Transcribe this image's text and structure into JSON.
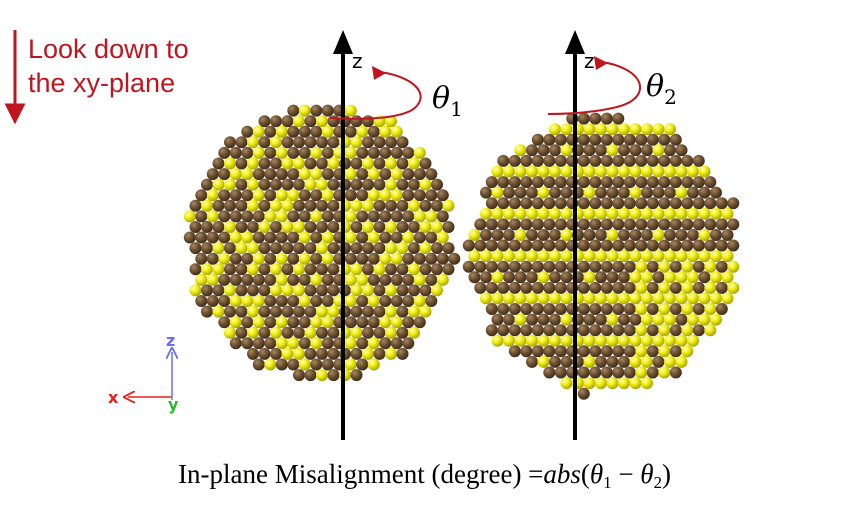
{
  "hint": {
    "line1": "Look down to",
    "line2": "the xy-plane"
  },
  "rotation_axes": [
    {
      "axis_label": "z",
      "angle_symbol": "θ",
      "angle_index": "1"
    },
    {
      "axis_label": "z",
      "angle_symbol": "θ",
      "angle_index": "2"
    }
  ],
  "triad": {
    "z": "z",
    "x": "x",
    "y": "y"
  },
  "formula": {
    "text": "In-plane Misalignment (degree) =",
    "func": "abs",
    "open": "(",
    "theta": "θ",
    "i1": "1",
    "minus": " − ",
    "i2": "2",
    "close": ")"
  },
  "colors": {
    "hint": "#c0151f",
    "particle_yellow": "#f2ee10",
    "particle_brown": "#6e5232",
    "triad_x": "#e8201a",
    "triad_y": "#2eb82e",
    "triad_z": "#6b6bff"
  }
}
